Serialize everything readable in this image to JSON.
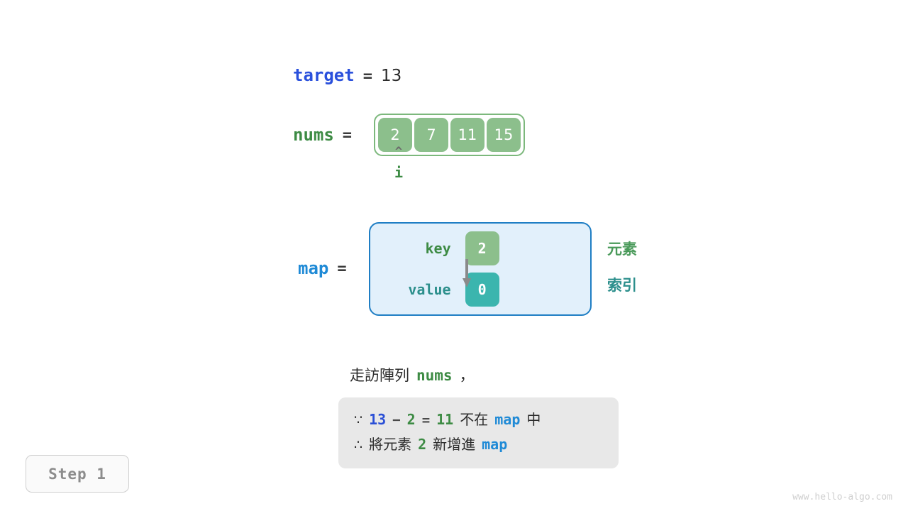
{
  "title": "Hash map two-sum step visualization",
  "target": {
    "label": "target",
    "equals": "=",
    "value": "13"
  },
  "nums": {
    "label": "nums",
    "equals": "=",
    "values": [
      "2",
      "7",
      "11",
      "15"
    ],
    "cell_color": "#8cbf8c",
    "border_color": "#7cb87c"
  },
  "pointer": {
    "caret": "^",
    "label": "i"
  },
  "map": {
    "label": "map",
    "equals": "=",
    "key_label": "key",
    "value_label": "value",
    "key_value": "2",
    "value_value": "0",
    "key_color": "#8cbf8c",
    "value_color": "#3bb5ae",
    "box_fill": "#e2f0fb",
    "box_border": "#1f7ec4",
    "side_labels": {
      "element": "元素",
      "index": "索引"
    }
  },
  "caption": {
    "prefix": "走訪陣列",
    "var": "nums",
    "suffix": "，"
  },
  "note": {
    "line1": {
      "symbol": "∵",
      "a": "13",
      "op1": "−",
      "b": "2",
      "op2": "=",
      "c": "11",
      "text1": "不在",
      "map": "map",
      "text2": "中"
    },
    "line2": {
      "symbol": "∴",
      "text1": "將元素",
      "num": "2",
      "text2": "新增進",
      "map": "map"
    }
  },
  "step_badge": "Step 1",
  "watermark": "www.hello-algo.com",
  "colors": {
    "blue_strong": "#2a50dc",
    "blue_light": "#1f8ad6",
    "green": "#3d8b44",
    "teal": "#2c8f8c",
    "gray_text": "#2b2b2b"
  }
}
